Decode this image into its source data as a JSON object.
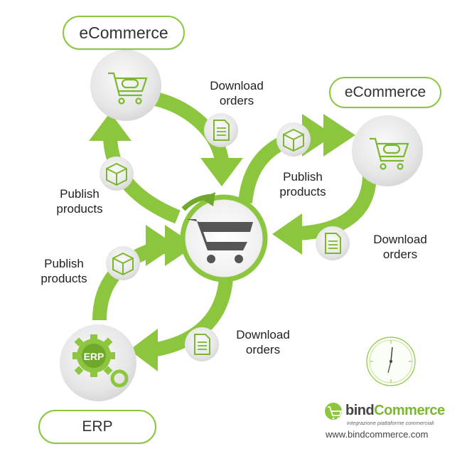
{
  "nodes": {
    "ecom_top": {
      "label": "eCommerce"
    },
    "ecom_right": {
      "label": "eCommerce"
    },
    "erp": {
      "label": "ERP",
      "badge": "ERP"
    }
  },
  "labels": {
    "download_top": [
      "Download",
      "orders"
    ],
    "publish_left_top": [
      "Publish",
      "products"
    ],
    "publish_right": [
      "Publish",
      "products"
    ],
    "download_right": [
      "Download",
      "orders"
    ],
    "publish_left_bottom": [
      "Publish",
      "products"
    ],
    "download_bottom": [
      "Download",
      "orders"
    ]
  },
  "brand": {
    "name_part1": "bind",
    "name_part2": "Commerce",
    "tagline": "integrazione piattaforme commerciali",
    "url": "www.bindcommerce.com"
  },
  "icons": {
    "hub": "shopping-cart-icon",
    "ecommerce": "shopping-cart-icon",
    "erp": "gear-icon",
    "orders": "document-icon",
    "products": "box-icon",
    "clock": "clock-icon"
  },
  "colors": {
    "accent": "#8cc63f",
    "accent_dark": "#6fa82a",
    "circle_bg": "#ececec",
    "text": "#222222"
  }
}
